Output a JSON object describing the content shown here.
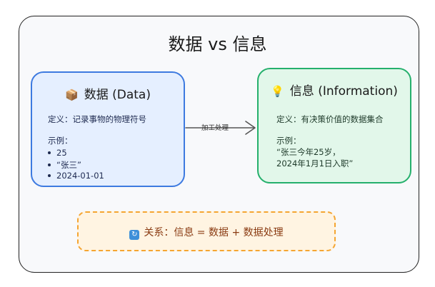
{
  "title": "数据 vs 信息",
  "data_box": {
    "icon": "package-icon",
    "heading": "数据 (Data)",
    "definition": "定义：记录事物的物理符号",
    "examples_label": "示例：",
    "examples": [
      "25",
      "“张三”",
      "2024-01-01"
    ],
    "border_color": "#3d7ae0",
    "fill_color": "#e5efff"
  },
  "info_box": {
    "icon": "lightbulb-icon",
    "heading": "信息 (Information)",
    "definition": "定义：有决策价值的数据集合",
    "examples_label": "示例：",
    "example_lines": [
      "“张三今年25岁，",
      "2024年1月1日入职”"
    ],
    "border_color": "#25b06c",
    "fill_color": "#e2f7ea"
  },
  "arrow": {
    "label": "加工处理"
  },
  "relation": {
    "icon": "refresh-icon",
    "text": "关系：信息 = 数据 + 数据处理",
    "border_color": "#f5a531",
    "fill_color": "#fff4e2"
  }
}
